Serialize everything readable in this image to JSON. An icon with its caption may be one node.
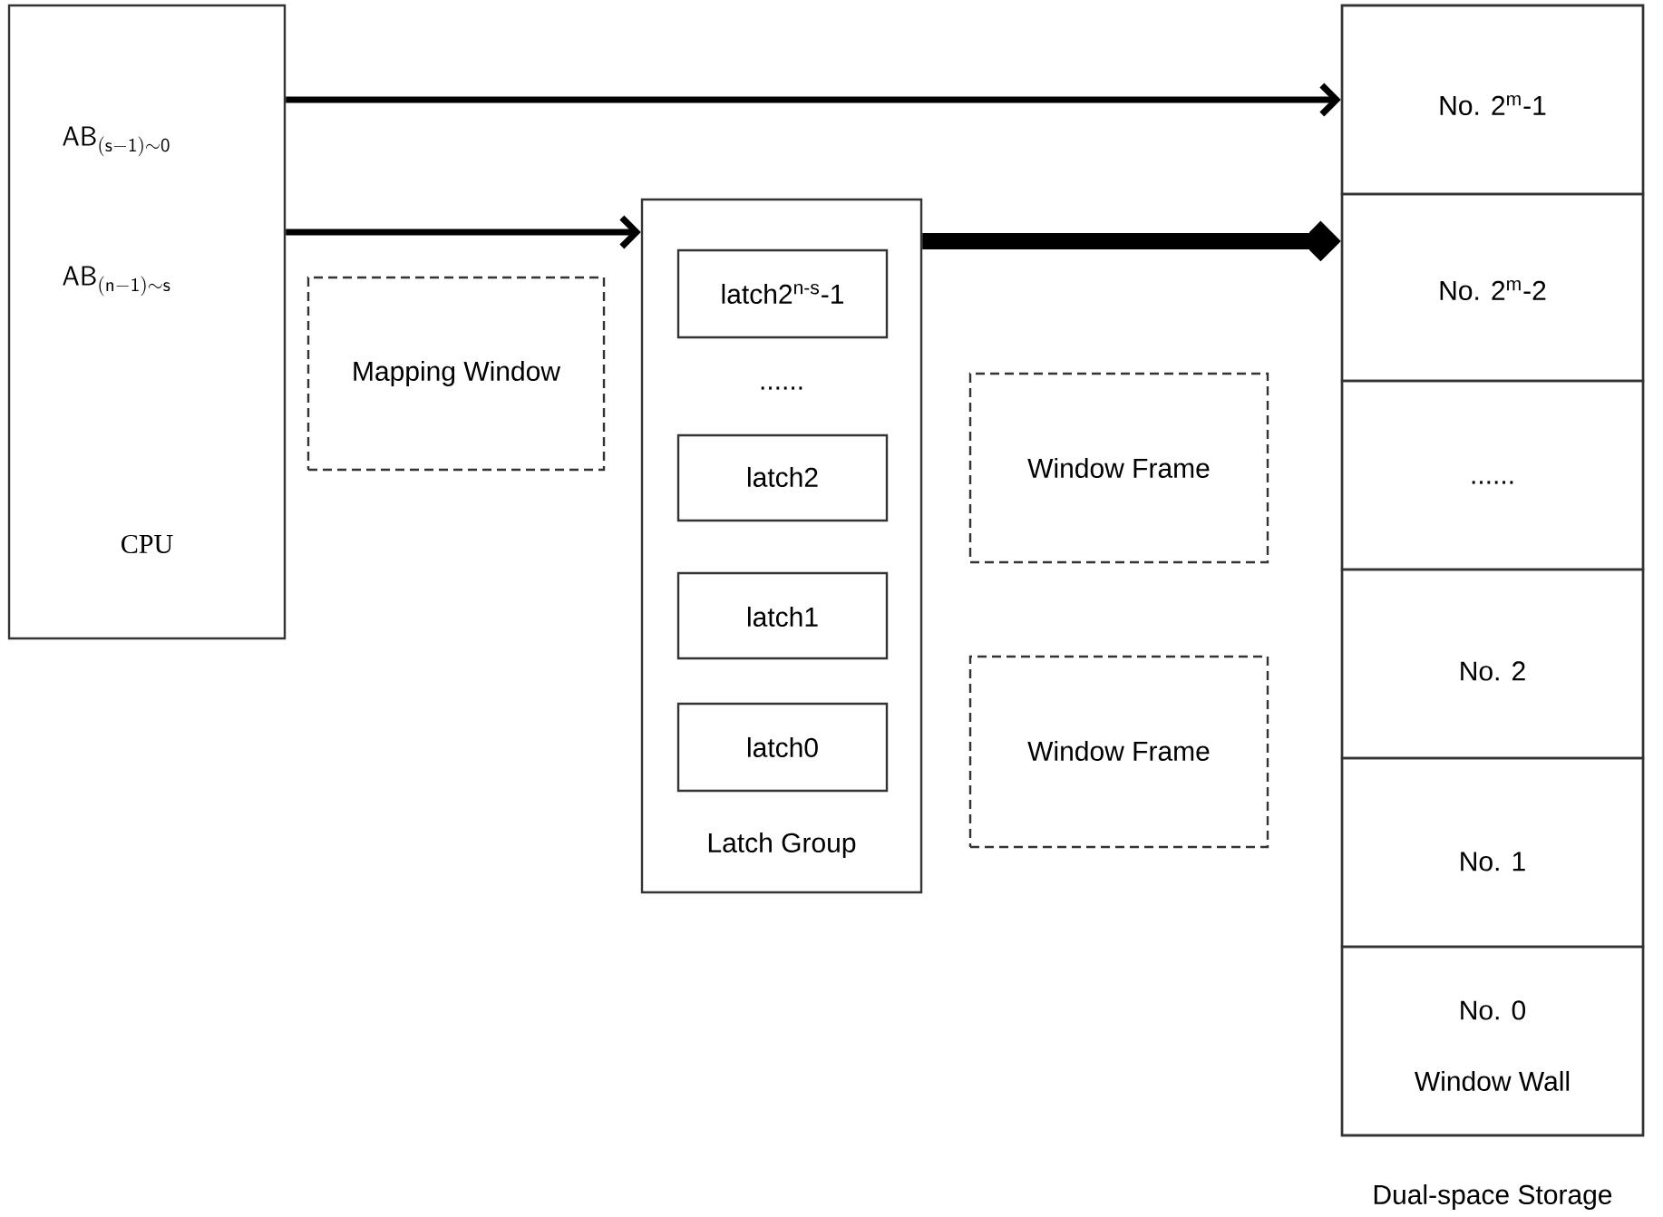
{
  "diagram": {
    "nodes": [
      {
        "text": [
          "\\mathsf{AB}_{\\mathsf{(s-1)}\\sim \\mathsf{0}}",
          "\\mathsf{AB}_{\\mathsf{(n-1)}\\sim \\mathsf{s}}",
          "CPU"
        ]
      },
      {
        "text": [
          "Mapping Window"
        ]
      },
      {
        "text": [
          "Latch Group"
        ]
      },
      {
        "text": [
          "latch2$^{n-s}$-1"
        ],
        "in": 2
      },
      {
        "text": [
          "latch2"
        ],
        "in": 2
      },
      {
        "text": [
          "latch1"
        ],
        "in": 2
      },
      {
        "text": [
          "latch0"
        ],
        "in": 2
      },
      {
        "text": [
          "Window Frame"
        ]
      },
      {
        "text": [
          "Window Frame"
        ]
      },
      {
        "text": [
          "Dual-space Storage"
        ]
      },
      {
        "text": [
          "No. 2$^{m}$-1"
        ],
        "in": 9
      },
      {
        "text": [
          "No. 2$^{m}$-2"
        ],
        "in": 9
      },
      {
        "text": [
          "......"
        ],
        "in": 9
      },
      {
        "text": [
          "No. 2"
        ],
        "in": 9
      },
      {
        "text": [
          "No. 1"
        ],
        "in": 9
      },
      {
        "text": [
          "No. 0",
          "Window Wall"
        ],
        "in": 9
      }
    ],
    "edges": [
      {
        "from": 0,
        "to": 10,
        "arrow": "to"
      },
      {
        "from": 0,
        "to": 2,
        "arrow": "to"
      },
      {
        "from": 2,
        "to": 11,
        "arrow": "to",
        "style": "thick"
      }
    ],
    "labels": [
      "......"
    ]
  }
}
